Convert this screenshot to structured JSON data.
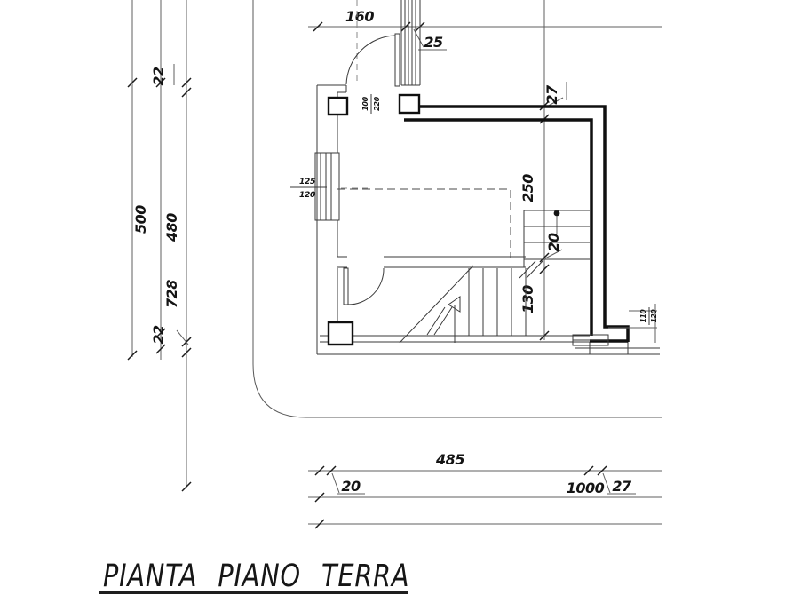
{
  "title": "PIANTA PIANO TERRA",
  "dims": {
    "top_width": "160",
    "top_wall": "25",
    "left_top_gap": "22",
    "left_total": "500",
    "left_inner": "480",
    "left_lower": "728",
    "left_bottom_gap": "22",
    "right_wall": "27",
    "right_room": "250",
    "right_tread": "20",
    "right_flight": "130",
    "step_num": "110",
    "step_den": "120",
    "bottom_span": "485",
    "bottom_small": "20",
    "bottom_total": "1000",
    "bottom_wall": "27"
  },
  "openings": {
    "door_top_num": "100",
    "door_top_den": "220",
    "window_left_num": "125",
    "window_left_den": "120"
  },
  "colors": {
    "line": "#3a3a3a",
    "bold_wall": "#101010",
    "dimension": "#5f5f5f",
    "background": "#ffffff"
  }
}
